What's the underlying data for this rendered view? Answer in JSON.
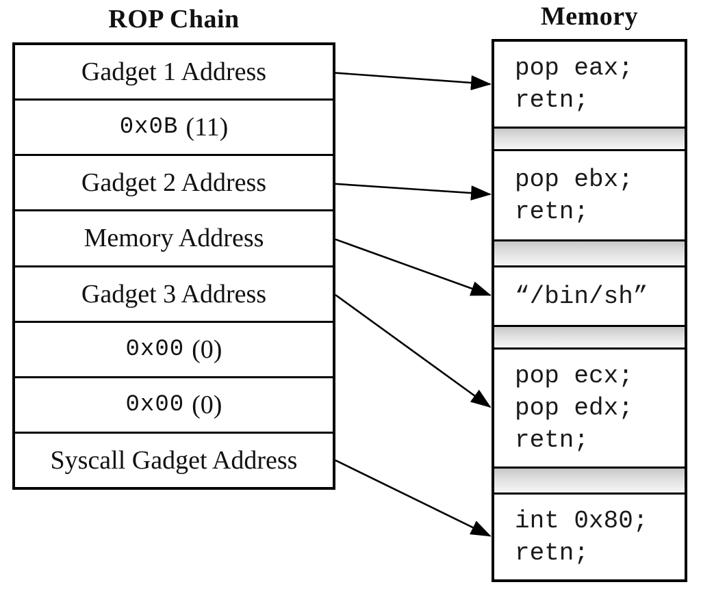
{
  "diagram": {
    "rop_chain": {
      "title": "ROP Chain",
      "rows": [
        {
          "label": "Gadget 1 Address"
        },
        {
          "hex": "0x0B",
          "suffix": "(11)"
        },
        {
          "label": "Gadget 2 Address"
        },
        {
          "label": "Memory Address"
        },
        {
          "label": "Gadget 3 Address"
        },
        {
          "hex": "0x00",
          "suffix": "(0)"
        },
        {
          "hex": "0x00",
          "suffix": "(0)"
        },
        {
          "label": "Syscall Gadget Address"
        }
      ]
    },
    "memory": {
      "title": "Memory",
      "sections": [
        {
          "type": "code",
          "lines": [
            "pop eax;",
            "retn;"
          ]
        },
        {
          "type": "gap"
        },
        {
          "type": "code",
          "lines": [
            "pop ebx;",
            "retn;"
          ]
        },
        {
          "type": "gap"
        },
        {
          "type": "code",
          "lines": [
            "“/bin/sh”"
          ]
        },
        {
          "type": "gap"
        },
        {
          "type": "code",
          "lines": [
            "pop ecx;",
            "pop edx;",
            "retn;"
          ]
        },
        {
          "type": "gap"
        },
        {
          "type": "code",
          "lines": [
            "int 0x80;",
            "retn;"
          ]
        }
      ]
    },
    "arrows": [
      {
        "from_row": 0,
        "to_section": 0
      },
      {
        "from_row": 2,
        "to_section": 2
      },
      {
        "from_row": 3,
        "to_section": 4
      },
      {
        "from_row": 4,
        "to_section": 6
      },
      {
        "from_row": 7,
        "to_section": 8
      }
    ],
    "colors": {
      "line": "#000000",
      "gap_top": "#c7c7c7",
      "gap_bottom": "#f6f6f6"
    }
  }
}
